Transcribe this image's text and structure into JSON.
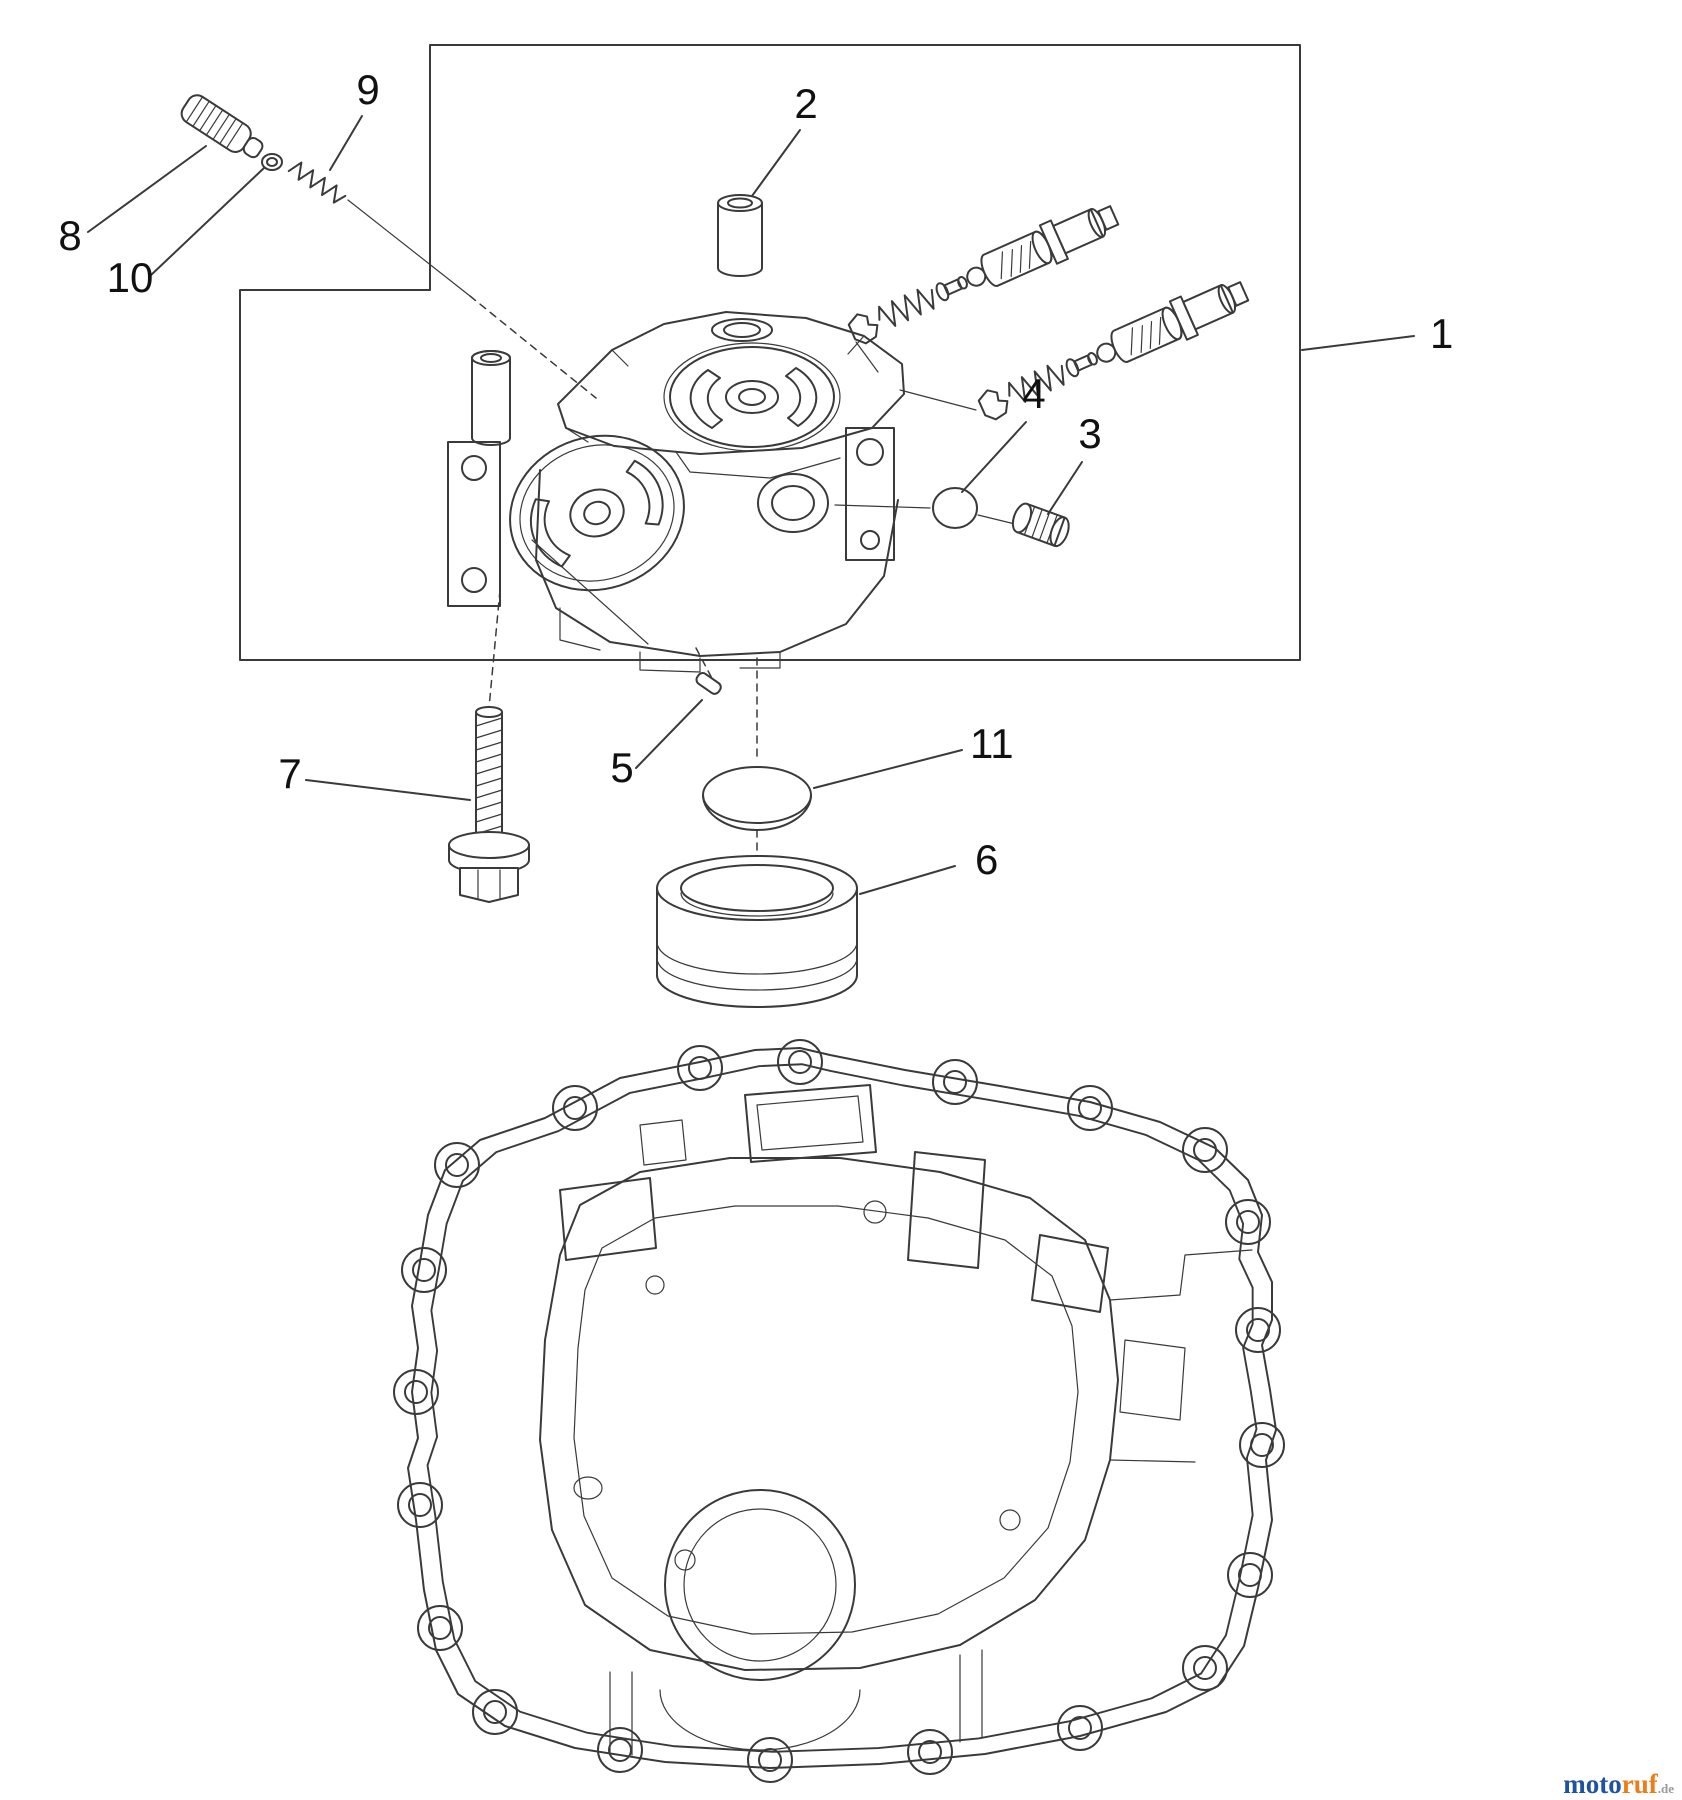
{
  "figure": {
    "type": "exploded-parts-diagram",
    "description_visible_text_only": true
  },
  "callouts": [
    {
      "id": "1",
      "label": "1"
    },
    {
      "id": "2",
      "label": "2"
    },
    {
      "id": "3",
      "label": "3"
    },
    {
      "id": "4",
      "label": "4"
    },
    {
      "id": "5",
      "label": "5"
    },
    {
      "id": "6",
      "label": "6"
    },
    {
      "id": "7",
      "label": "7"
    },
    {
      "id": "8",
      "label": "8"
    },
    {
      "id": "9",
      "label": "9"
    },
    {
      "id": "10",
      "label": "10"
    },
    {
      "id": "11",
      "label": "11"
    }
  ],
  "watermark": {
    "prefix": "moto",
    "suffix": "ruf",
    "tld": ".de"
  },
  "colors": {
    "line": "#3a3a3a",
    "label": "#111111",
    "brand_blue": "#20529e",
    "brand_orange": "#ef7c1a",
    "brand_gray": "#9a9a9a",
    "background": "#ffffff"
  }
}
